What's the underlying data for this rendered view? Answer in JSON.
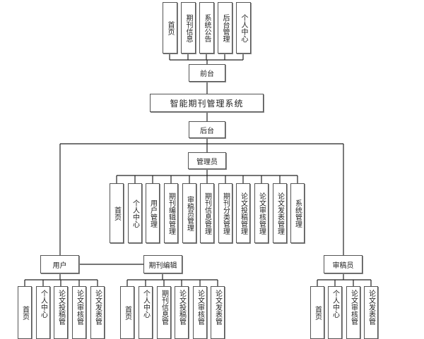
{
  "title": "智能期刊管理系统",
  "front": {
    "label": "前台",
    "children": [
      "首页",
      "期刊信息",
      "系统公告",
      "后台管理",
      "个人中心"
    ]
  },
  "back": {
    "label": "后台"
  },
  "roles": {
    "admin": {
      "label": "管理员",
      "children": [
        "首页",
        "个人中心",
        "用户管理",
        "期刊编辑管理",
        "审稿员管理",
        "期刊信息管理",
        "期刊分类管理",
        "论文投稿管理",
        "论文审核管理",
        "论文发表管理",
        "系统管理"
      ]
    },
    "user": {
      "label": "用户",
      "children": [
        "首页",
        "个人中心",
        "论文投稿管",
        "论文审核管",
        "论文发表管"
      ]
    },
    "editor": {
      "label": "期刊编辑",
      "children": [
        "首页",
        "个人中心",
        "期刊信息管",
        "论文投稿管",
        "论文审核管",
        "论文发表管"
      ]
    },
    "reviewer": {
      "label": "审稿员",
      "children": [
        "首页",
        "个人中心",
        "论文审核管",
        "论文发表管"
      ]
    }
  }
}
